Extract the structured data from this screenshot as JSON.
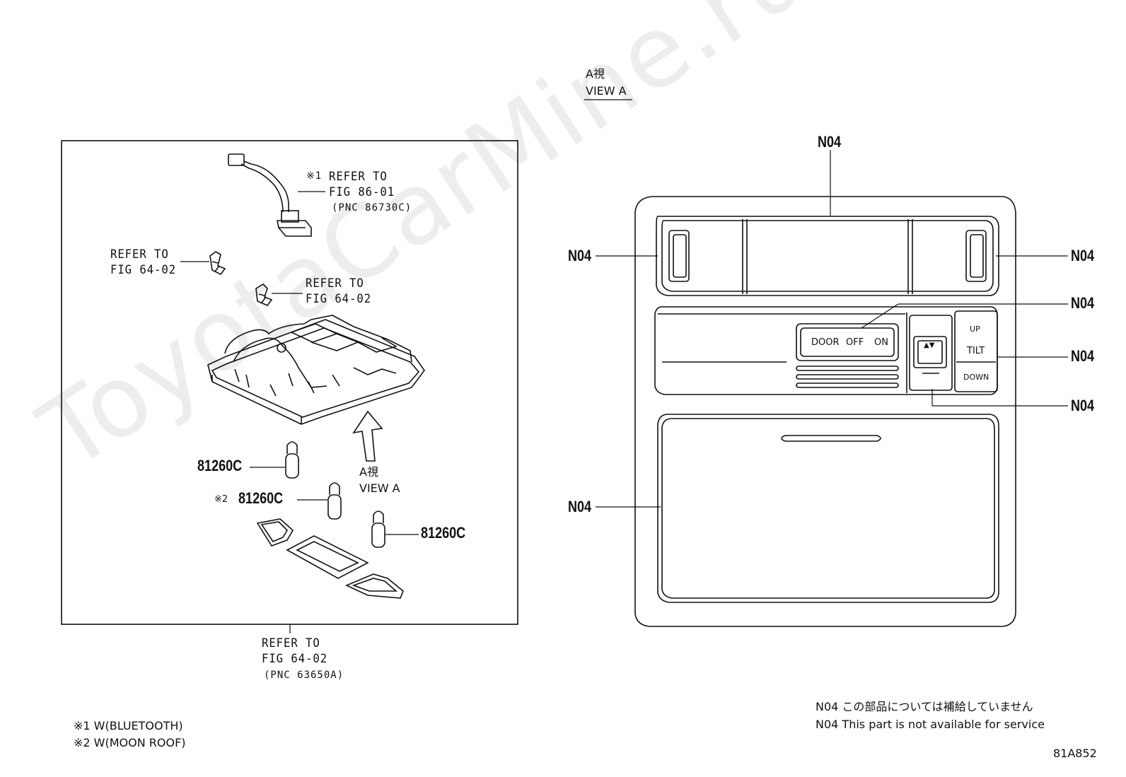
{
  "left_panel": {
    "callout_refer_86": {
      "mark": "※1",
      "line1": "REFER TO",
      "line2": "FIG 86-01",
      "pnc": "(PNC 86730C)"
    },
    "callout_refer_64_a": {
      "line1": "REFER TO",
      "line2": "FIG 64-02"
    },
    "callout_refer_64_b": {
      "line1": "REFER TO",
      "line2": "FIG 64-02"
    },
    "callout_refer_64_bottom": {
      "line1": "REFER TO",
      "line2": "FIG 64-02",
      "pnc": "(PNC 63650A)"
    },
    "part_bulb_1": "81260C",
    "part_bulb_2": {
      "mark": "※2",
      "code": "81260C"
    },
    "part_bulb_3": "81260C",
    "view_arrow": {
      "jp": "A視",
      "en": "VIEW A"
    }
  },
  "view_header": {
    "jp": "A視",
    "en": "VIEW A"
  },
  "right_panel": {
    "labels": {
      "top": "N04",
      "left_upper": "N04",
      "right_upper": "N04",
      "switch_door": "N04",
      "tilt": "N04",
      "slide": "N04",
      "lower_left": "N04"
    },
    "door_switch": {
      "door": "DOOR",
      "off": "OFF",
      "on": "ON"
    },
    "tilt_switch": {
      "up": "UP",
      "tilt": "TILT",
      "down": "DOWN"
    },
    "slide_glyph": "▲▼"
  },
  "notes": {
    "line1": "※1 W(BLUETOOTH)",
    "line2": "※2 W(MOON ROOF)"
  },
  "service_note": {
    "jp": "N04 この部品については補給していません",
    "en": "N04 This part is not available for service"
  },
  "figure_code": "81A852",
  "watermark": "ToyotaCarMine.ru"
}
